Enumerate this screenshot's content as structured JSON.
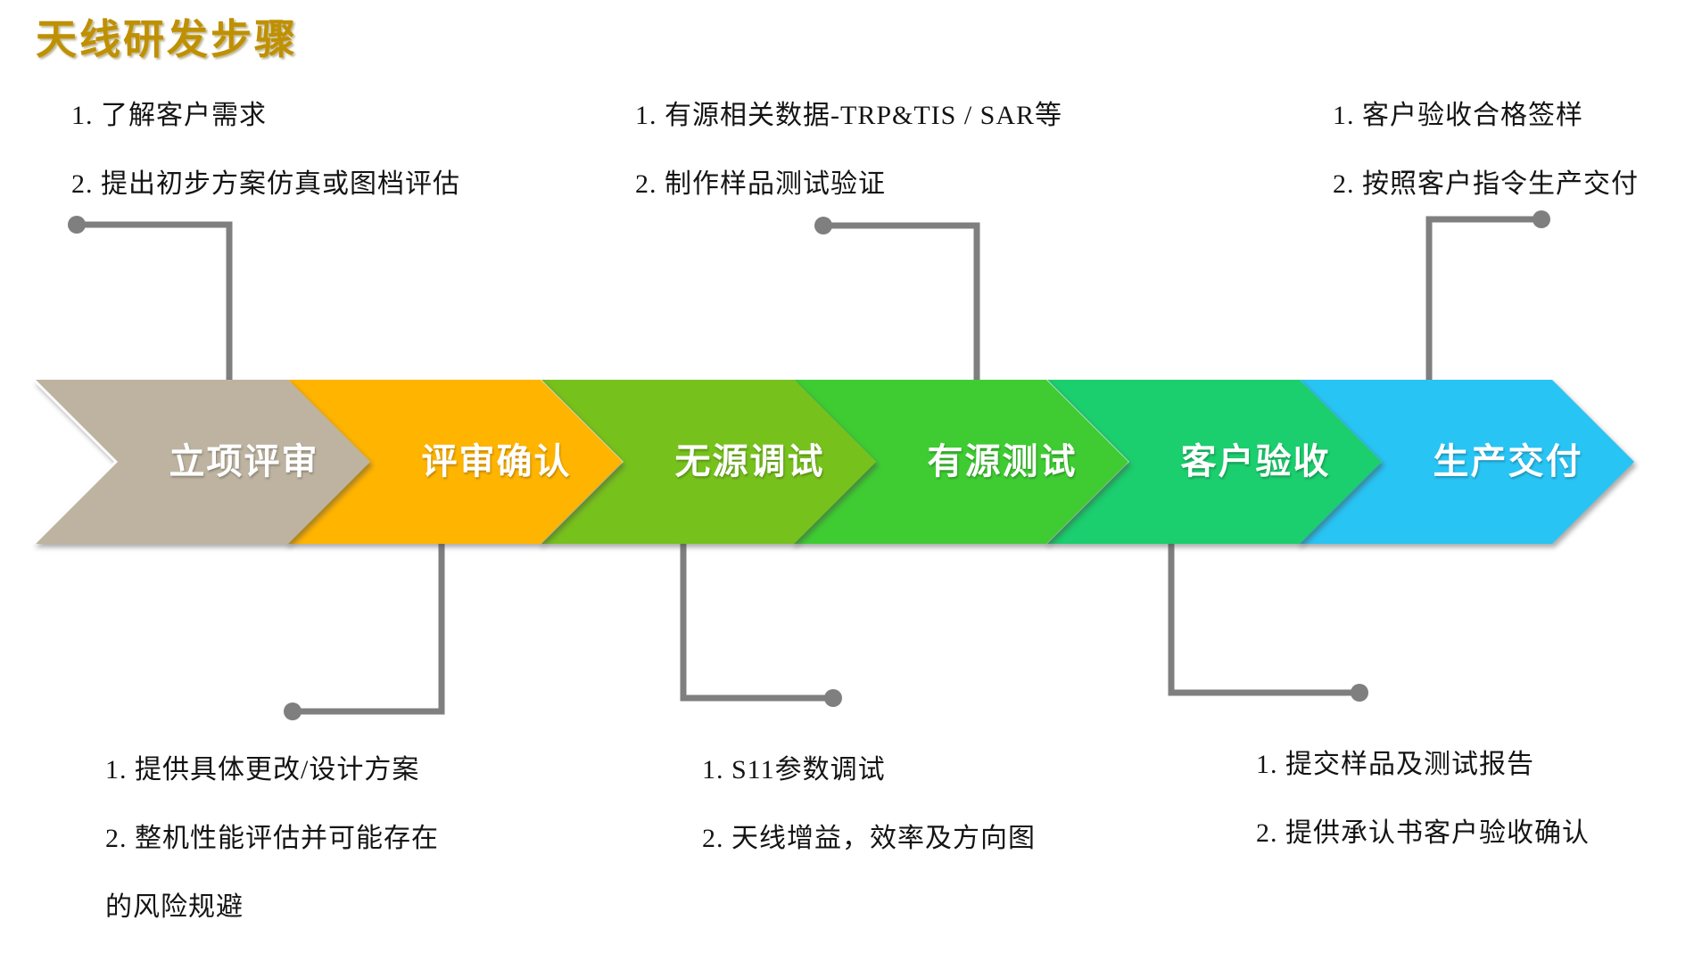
{
  "title": "天线研发步骤",
  "steps": [
    {
      "label": "立项评审",
      "color": "#BDB3A0"
    },
    {
      "label": "评审确认",
      "color": "#FFB400"
    },
    {
      "label": "无源调试",
      "color": "#77C11C"
    },
    {
      "label": "有源测试",
      "color": "#3FCC33"
    },
    {
      "label": "客户验收",
      "color": "#1BCE6E"
    },
    {
      "label": "生产交付",
      "color": "#28C4F4"
    }
  ],
  "annotations": {
    "top_left": {
      "lines": [
        "1. 了解客户需求",
        "2. 提出初步方案仿真或图档评估"
      ]
    },
    "top_middle": {
      "lines": [
        "1. 有源相关数据-TRP&TIS / SAR等",
        "2. 制作样品测试验证"
      ]
    },
    "top_right": {
      "lines": [
        "1. 客户验收合格签样",
        "2. 按照客户指令生产交付"
      ]
    },
    "bottom_left": {
      "lines": [
        "1. 提供具体更改/设计方案",
        "2. 整机性能评估并可能存在",
        "的风险规避"
      ]
    },
    "bottom_middle": {
      "lines": [
        "1. S11参数调试",
        "2. 天线增益，效率及方向图"
      ]
    },
    "bottom_right": {
      "lines": [
        "1. 提交样品及测试报告",
        "2. 提供承认书客户验收确认"
      ]
    }
  },
  "colors": {
    "title": "#BF9000",
    "connector": "#7F7F7F",
    "text": "#141414"
  }
}
